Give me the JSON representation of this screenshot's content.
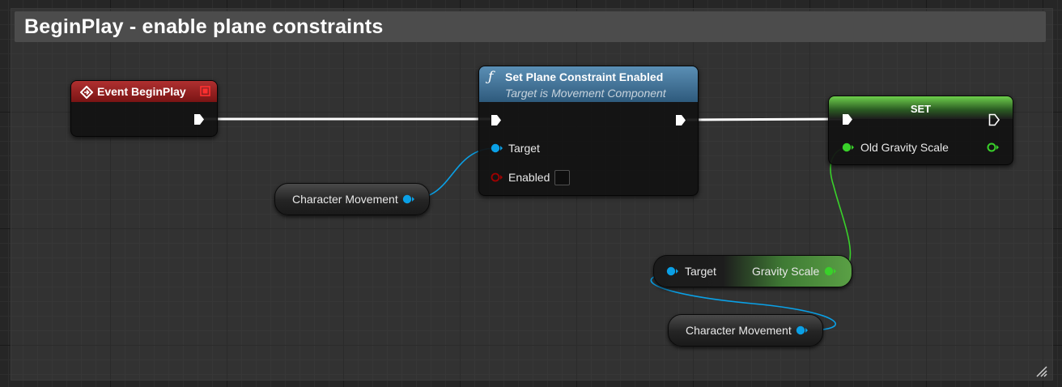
{
  "comment": {
    "title": "BeginPlay - enable plane constraints"
  },
  "nodes": {
    "event_begin_play": {
      "title": "Event BeginPlay",
      "icon": "event-diamond-icon",
      "header_color": "#9a2222"
    },
    "set_plane_constraint": {
      "icon": "function-f-icon",
      "title": "Set Plane Constraint Enabled",
      "subtitle": "Target is Movement Component",
      "header_color": "#3f6f93",
      "pins": {
        "target": "Target",
        "enabled": "Enabled"
      },
      "enabled_checked": false
    },
    "set_variable": {
      "title": "SET",
      "header_color": "#4f9a3a",
      "pins": {
        "old_gravity_scale": "Old Gravity Scale"
      }
    },
    "character_movement_1": {
      "label": "Character Movement"
    },
    "gravity_scale_getter": {
      "target_label": "Target",
      "output_label": "Gravity Scale"
    },
    "character_movement_2": {
      "label": "Character Movement"
    }
  },
  "colors": {
    "exec_wire": "#ffffff",
    "object_pin": "#00a8f0",
    "float_pin": "#39d12a",
    "bool_pin": "#8c0000"
  }
}
